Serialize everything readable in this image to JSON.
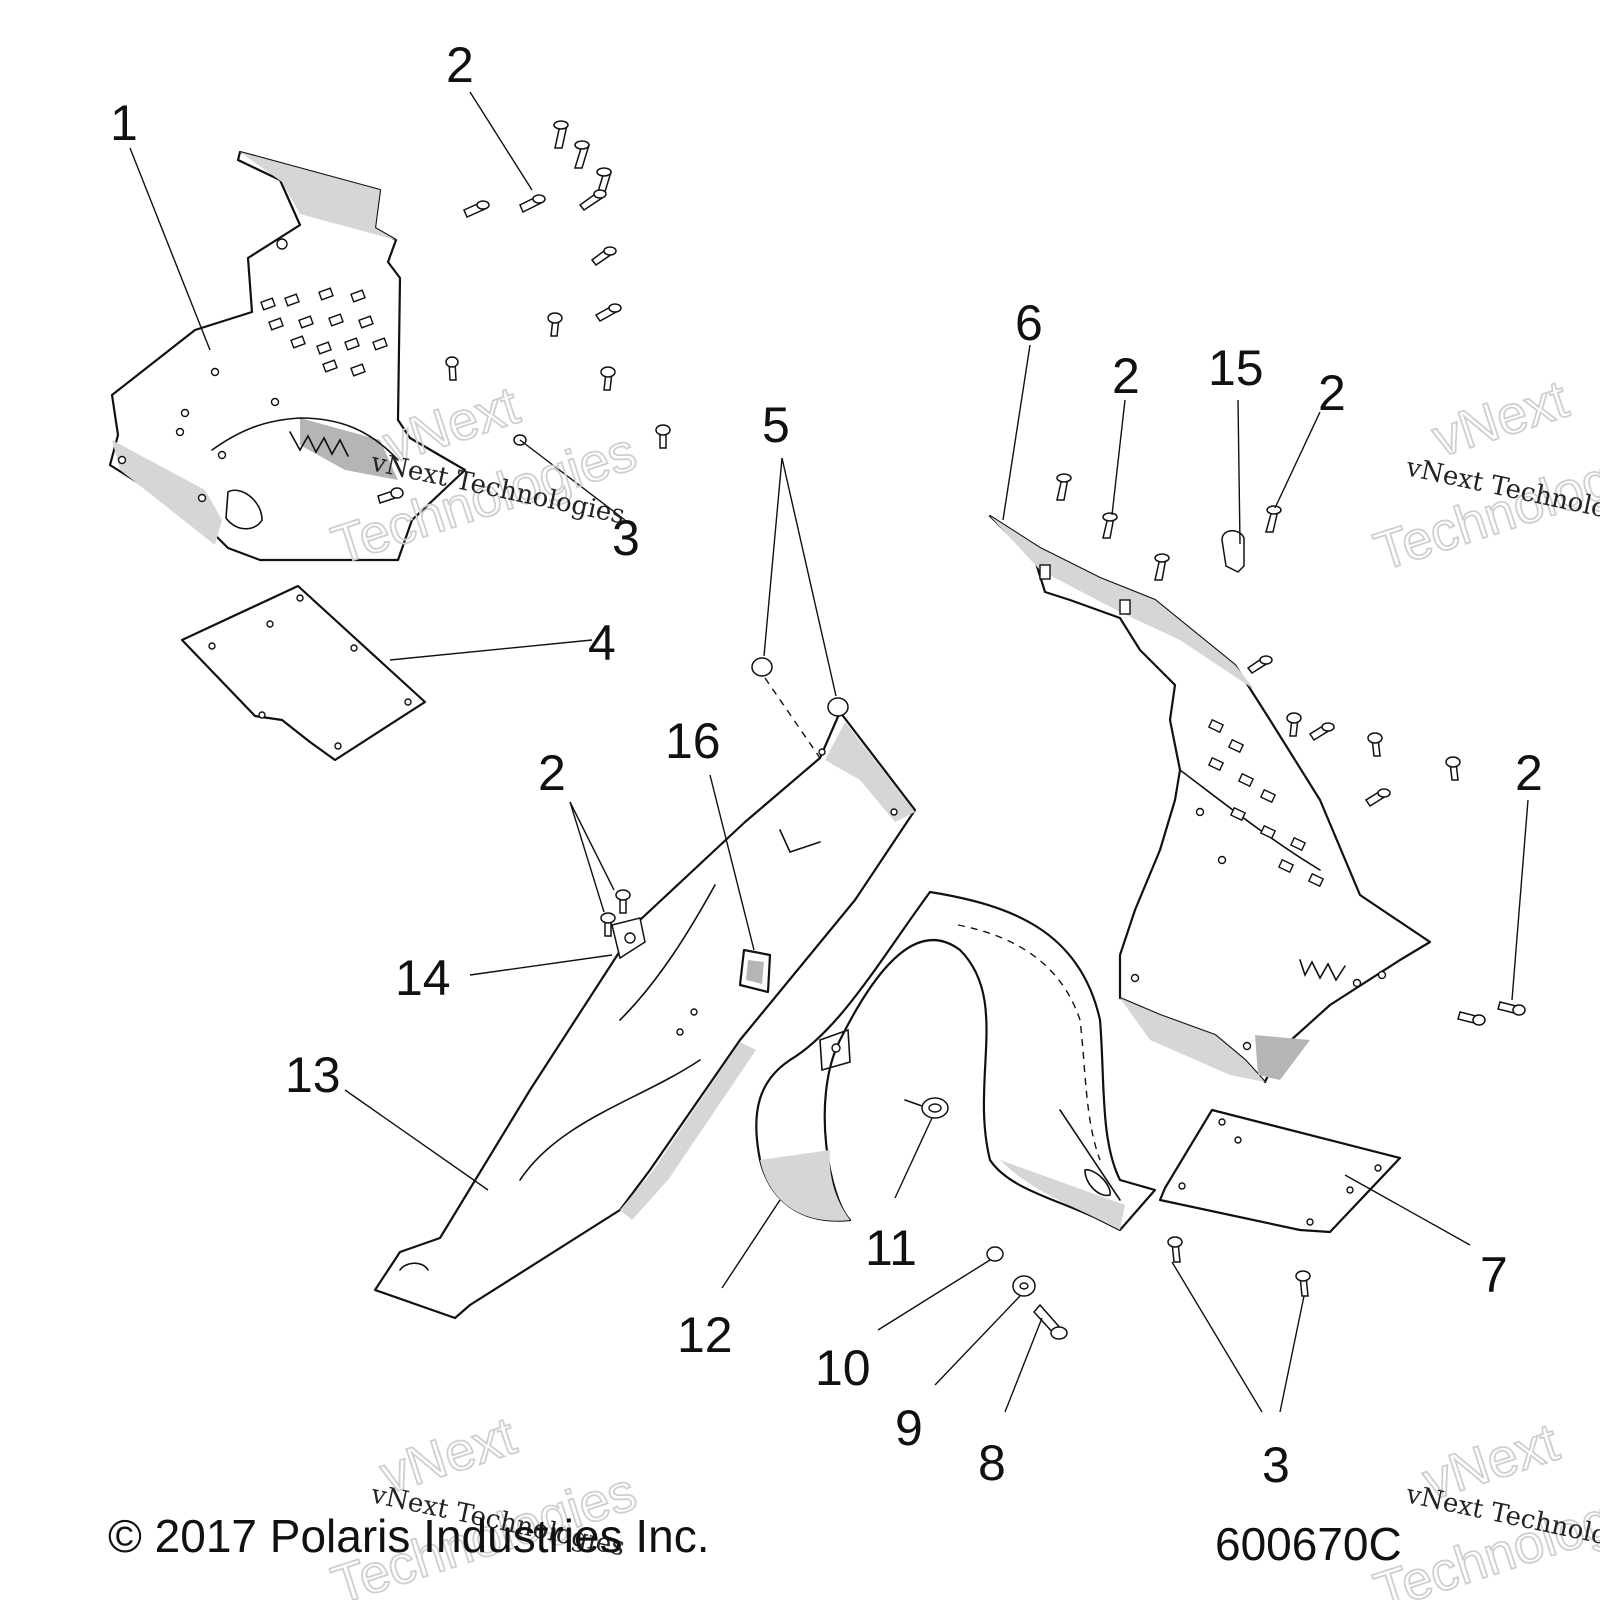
{
  "callouts": [
    {
      "id": "c1",
      "text": "1"
    },
    {
      "id": "c2a",
      "text": "2"
    },
    {
      "id": "c3a",
      "text": "3"
    },
    {
      "id": "c4",
      "text": "4"
    },
    {
      "id": "c5",
      "text": "5"
    },
    {
      "id": "c6",
      "text": "6"
    },
    {
      "id": "c2b",
      "text": "2"
    },
    {
      "id": "c15",
      "text": "15"
    },
    {
      "id": "c2c",
      "text": "2"
    },
    {
      "id": "c2d",
      "text": "2"
    },
    {
      "id": "c2e",
      "text": "2"
    },
    {
      "id": "c16",
      "text": "16"
    },
    {
      "id": "c14",
      "text": "14"
    },
    {
      "id": "c13",
      "text": "13"
    },
    {
      "id": "c12",
      "text": "12"
    },
    {
      "id": "c11",
      "text": "11"
    },
    {
      "id": "c10",
      "text": "10"
    },
    {
      "id": "c9",
      "text": "9"
    },
    {
      "id": "c8",
      "text": "8"
    },
    {
      "id": "c3b",
      "text": "3"
    },
    {
      "id": "c7",
      "text": "7"
    }
  ],
  "footer": {
    "copyright": "© 2017 Polaris Industries Inc.",
    "diagram_number": "600670C"
  },
  "watermark": {
    "line_small": "vNext Technologies",
    "line_big_1": "vNext",
    "line_big_2": "Technologies"
  }
}
